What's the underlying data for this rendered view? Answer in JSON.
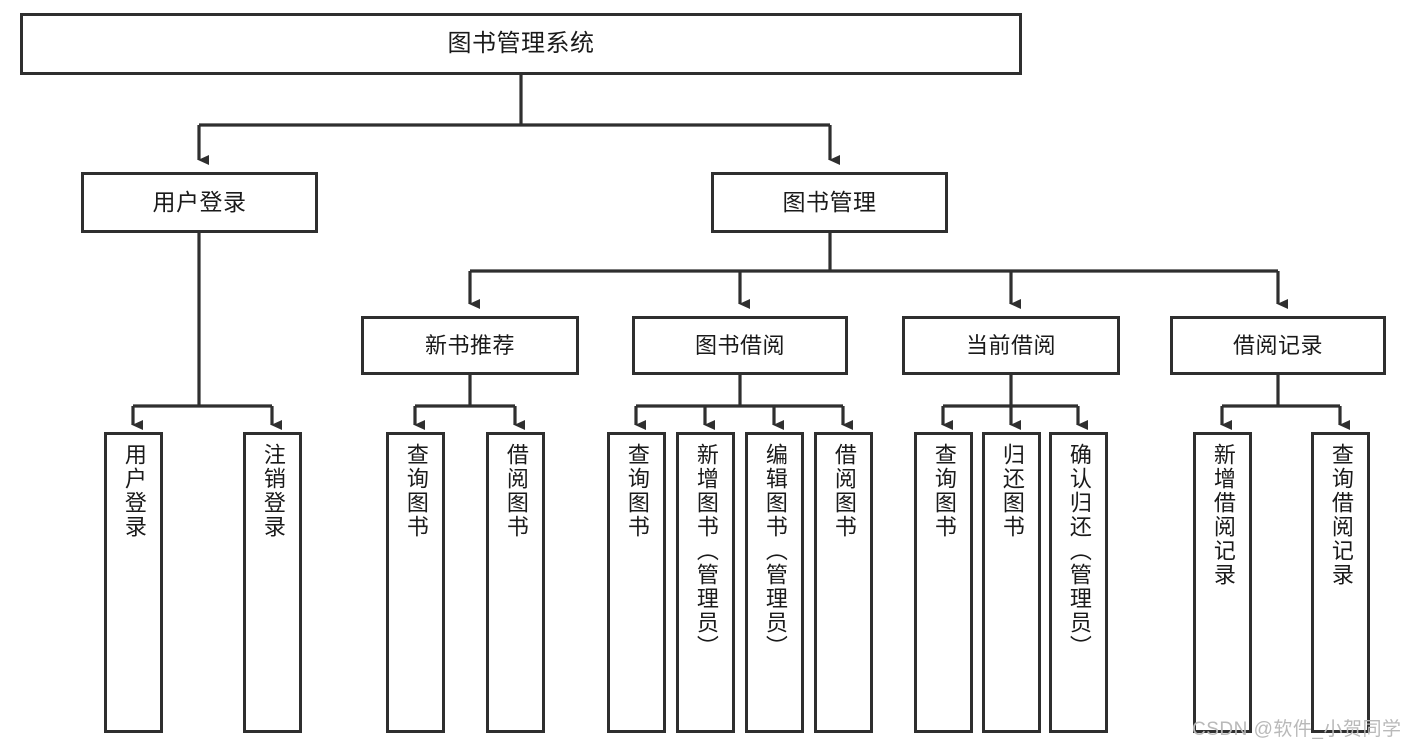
{
  "diagram": {
    "type": "tree-hierarchy-flowchart",
    "title": "图书管理系统",
    "watermark": "CSDN @软件_小贺同学",
    "colors": {
      "box_border": "#2f2f2f",
      "box_fill": "#ffffff",
      "connector": "#2f2f2f",
      "text": "#1a1a1a",
      "watermark": "#b9b9b9",
      "background": "#ffffff"
    },
    "root": {
      "id": "root",
      "label": "图书管理系统"
    },
    "level1": [
      {
        "id": "user-login",
        "label": "用户登录"
      },
      {
        "id": "book-manage",
        "label": "图书管理"
      }
    ],
    "level2": [
      {
        "id": "new-book-recommend",
        "label": "新书推荐",
        "parent": "book-manage"
      },
      {
        "id": "book-borrow",
        "label": "图书借阅",
        "parent": "book-manage"
      },
      {
        "id": "current-borrow",
        "label": "当前借阅",
        "parent": "book-manage"
      },
      {
        "id": "borrow-record",
        "label": "借阅记录",
        "parent": "book-manage"
      }
    ],
    "leaves": [
      {
        "id": "leaf-user-login",
        "label": "用户登录",
        "parent": "user-login"
      },
      {
        "id": "leaf-logout-login",
        "label": "注销登录",
        "parent": "user-login"
      },
      {
        "id": "leaf-query-book-1",
        "label": "查询图书",
        "parent": "new-book-recommend"
      },
      {
        "id": "leaf-borrow-book-1",
        "label": "借阅图书",
        "parent": "new-book-recommend"
      },
      {
        "id": "leaf-query-book-2",
        "label": "查询图书",
        "parent": "book-borrow"
      },
      {
        "id": "leaf-add-book",
        "label": "新增图书（管理员）",
        "parent": "book-borrow"
      },
      {
        "id": "leaf-edit-book",
        "label": "编辑图书（管理员）",
        "parent": "book-borrow"
      },
      {
        "id": "leaf-borrow-book-2",
        "label": "借阅图书",
        "parent": "book-borrow"
      },
      {
        "id": "leaf-query-book-3",
        "label": "查询图书",
        "parent": "current-borrow"
      },
      {
        "id": "leaf-return-book",
        "label": "归还图书",
        "parent": "current-borrow"
      },
      {
        "id": "leaf-confirm-return",
        "label": "确认归还（管理员）",
        "parent": "current-borrow"
      },
      {
        "id": "leaf-add-record",
        "label": "新增借阅记录",
        "parent": "borrow-record"
      },
      {
        "id": "leaf-query-record",
        "label": "查询借阅记录",
        "parent": "borrow-record"
      }
    ]
  }
}
